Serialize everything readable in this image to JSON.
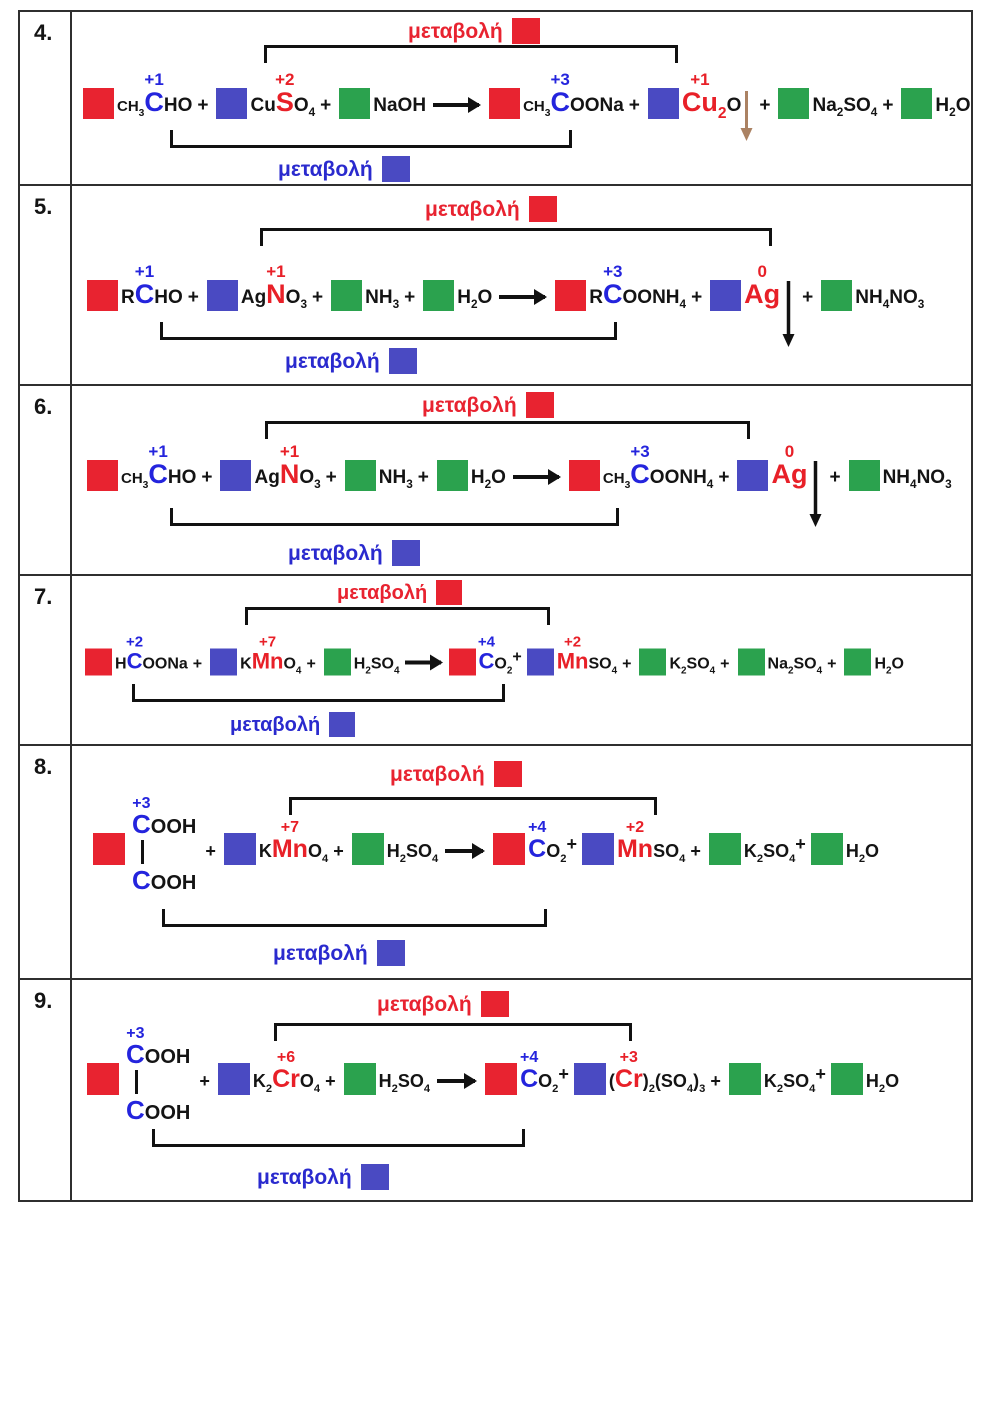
{
  "colors": {
    "red_square": "#e82330",
    "blue_square": "#4a4ac2",
    "green_square": "#2ba24e",
    "blue_text": "#2424dd",
    "red_text": "#e82028",
    "tan_arrow": "#ab8263"
  },
  "rows": [
    {
      "num": "4.",
      "top_label": "μεταβολή",
      "bottom_label": "μεταβολή",
      "tokens": [
        {
          "k": "sq",
          "c": "red"
        },
        {
          "k": "tx",
          "v": "CH",
          "sz": "sm"
        },
        {
          "k": "sub",
          "v": "3",
          "sz": "sm"
        },
        {
          "k": "big",
          "v": "C",
          "c": "blue",
          "ox": "+1",
          "oxc": "blue"
        },
        {
          "k": "tx",
          "v": "HO"
        },
        {
          "k": "plus"
        },
        {
          "k": "sq",
          "c": "blue"
        },
        {
          "k": "tx",
          "v": "Cu"
        },
        {
          "k": "big",
          "v": "S",
          "c": "red",
          "ox": "+2",
          "oxc": "red"
        },
        {
          "k": "tx",
          "v": "O"
        },
        {
          "k": "sub",
          "v": "4"
        },
        {
          "k": "plus"
        },
        {
          "k": "sq",
          "c": "green"
        },
        {
          "k": "tx",
          "v": "NaOH"
        },
        {
          "k": "arr"
        },
        {
          "k": "sq",
          "c": "red"
        },
        {
          "k": "tx",
          "v": "CH",
          "sz": "sm"
        },
        {
          "k": "sub",
          "v": "3",
          "sz": "sm"
        },
        {
          "k": "big",
          "v": "C",
          "c": "blue",
          "ox": "+3",
          "oxc": "blue"
        },
        {
          "k": "tx",
          "v": "OONa"
        },
        {
          "k": "plus"
        },
        {
          "k": "sq",
          "c": "blue"
        },
        {
          "k": "big",
          "v": "Cu",
          "c": "red",
          "ox": "+1",
          "oxc": "red"
        },
        {
          "k": "sub",
          "v": "2",
          "c": "red",
          "sz": "bg"
        },
        {
          "k": "tx",
          "v": "O"
        },
        {
          "k": "down",
          "c": "tan"
        },
        {
          "k": "plus"
        },
        {
          "k": "sq",
          "c": "green"
        },
        {
          "k": "tx",
          "v": "Na"
        },
        {
          "k": "sub",
          "v": "2"
        },
        {
          "k": "tx",
          "v": "SO"
        },
        {
          "k": "sub",
          "v": "4"
        },
        {
          "k": "plus"
        },
        {
          "k": "sq",
          "c": "green"
        },
        {
          "k": "tx",
          "v": "H"
        },
        {
          "k": "sub",
          "v": "2"
        },
        {
          "k": "tx",
          "v": "O"
        }
      ]
    },
    {
      "num": "5.",
      "top_label": "μεταβολή",
      "bottom_label": "μεταβολή",
      "tokens": [
        {
          "k": "sq",
          "c": "red"
        },
        {
          "k": "tx",
          "v": "R"
        },
        {
          "k": "big",
          "v": "C",
          "c": "blue",
          "ox": "+1",
          "oxc": "blue"
        },
        {
          "k": "tx",
          "v": "HO"
        },
        {
          "k": "plus"
        },
        {
          "k": "sq",
          "c": "blue"
        },
        {
          "k": "tx",
          "v": "Ag"
        },
        {
          "k": "big",
          "v": "N",
          "c": "red",
          "ox": "+1",
          "oxc": "red"
        },
        {
          "k": "tx",
          "v": "O"
        },
        {
          "k": "sub",
          "v": "3"
        },
        {
          "k": "plus"
        },
        {
          "k": "sq",
          "c": "green"
        },
        {
          "k": "tx",
          "v": "NH"
        },
        {
          "k": "sub",
          "v": "3"
        },
        {
          "k": "plus"
        },
        {
          "k": "sq",
          "c": "green"
        },
        {
          "k": "tx",
          "v": "H"
        },
        {
          "k": "sub",
          "v": "2"
        },
        {
          "k": "tx",
          "v": "O"
        },
        {
          "k": "arr"
        },
        {
          "k": "sq",
          "c": "red"
        },
        {
          "k": "tx",
          "v": "R"
        },
        {
          "k": "big",
          "v": "C",
          "c": "blue",
          "ox": "+3",
          "oxc": "blue"
        },
        {
          "k": "tx",
          "v": "OONH"
        },
        {
          "k": "sub",
          "v": "4"
        },
        {
          "k": "plus"
        },
        {
          "k": "sq",
          "c": "blue"
        },
        {
          "k": "big",
          "v": "Ag",
          "c": "red",
          "ox": "0",
          "oxc": "red"
        },
        {
          "k": "down",
          "c": "black"
        },
        {
          "k": "plus"
        },
        {
          "k": "sq",
          "c": "green"
        },
        {
          "k": "tx",
          "v": "NH"
        },
        {
          "k": "sub",
          "v": "4"
        },
        {
          "k": "tx",
          "v": "NO"
        },
        {
          "k": "sub",
          "v": "3"
        }
      ]
    },
    {
      "num": "6.",
      "top_label": "μεταβολή",
      "bottom_label": "μεταβολή",
      "tokens": [
        {
          "k": "sq",
          "c": "red"
        },
        {
          "k": "tx",
          "v": "CH",
          "sz": "sm"
        },
        {
          "k": "sub",
          "v": "3",
          "sz": "sm"
        },
        {
          "k": "big",
          "v": "C",
          "c": "blue",
          "ox": "+1",
          "oxc": "blue"
        },
        {
          "k": "tx",
          "v": "HO"
        },
        {
          "k": "plus"
        },
        {
          "k": "sq",
          "c": "blue"
        },
        {
          "k": "tx",
          "v": "Ag"
        },
        {
          "k": "big",
          "v": "N",
          "c": "red",
          "ox": "+1",
          "oxc": "red"
        },
        {
          "k": "tx",
          "v": "O"
        },
        {
          "k": "sub",
          "v": "3"
        },
        {
          "k": "plus"
        },
        {
          "k": "sq",
          "c": "green"
        },
        {
          "k": "tx",
          "v": "NH"
        },
        {
          "k": "sub",
          "v": "3"
        },
        {
          "k": "plus"
        },
        {
          "k": "sq",
          "c": "green"
        },
        {
          "k": "tx",
          "v": "H"
        },
        {
          "k": "sub",
          "v": "2"
        },
        {
          "k": "tx",
          "v": "O"
        },
        {
          "k": "arr"
        },
        {
          "k": "sq",
          "c": "red"
        },
        {
          "k": "tx",
          "v": "CH",
          "sz": "sm"
        },
        {
          "k": "sub",
          "v": "3",
          "sz": "sm"
        },
        {
          "k": "big",
          "v": "C",
          "c": "blue",
          "ox": "+3",
          "oxc": "blue"
        },
        {
          "k": "tx",
          "v": "OONH"
        },
        {
          "k": "sub",
          "v": "4"
        },
        {
          "k": "plus"
        },
        {
          "k": "sq",
          "c": "blue"
        },
        {
          "k": "big",
          "v": "Ag",
          "c": "red",
          "ox": "0",
          "oxc": "red"
        },
        {
          "k": "down",
          "c": "black"
        },
        {
          "k": "plus"
        },
        {
          "k": "sq",
          "c": "green"
        },
        {
          "k": "tx",
          "v": "NH"
        },
        {
          "k": "sub",
          "v": "4"
        },
        {
          "k": "tx",
          "v": "NO"
        },
        {
          "k": "sub",
          "v": "3"
        }
      ]
    },
    {
      "num": "7.",
      "top_label": "μεταβολή",
      "bottom_label": "μεταβολή",
      "tokens": [
        {
          "k": "sq",
          "c": "red"
        },
        {
          "k": "tx",
          "v": "H"
        },
        {
          "k": "big",
          "v": "C",
          "c": "blue",
          "ox": "+2",
          "oxc": "blue"
        },
        {
          "k": "tx",
          "v": "OONa"
        },
        {
          "k": "plus"
        },
        {
          "k": "sq",
          "c": "blue"
        },
        {
          "k": "tx",
          "v": "K"
        },
        {
          "k": "big",
          "v": "Mn",
          "c": "red",
          "ox": "+7",
          "oxc": "red"
        },
        {
          "k": "tx",
          "v": "O"
        },
        {
          "k": "sub",
          "v": "4"
        },
        {
          "k": "plus"
        },
        {
          "k": "sq",
          "c": "green"
        },
        {
          "k": "tx",
          "v": "H"
        },
        {
          "k": "sub",
          "v": "2"
        },
        {
          "k": "tx",
          "v": "SO"
        },
        {
          "k": "sub",
          "v": "4"
        },
        {
          "k": "arr"
        },
        {
          "k": "sq",
          "c": "red"
        },
        {
          "k": "big",
          "v": "C",
          "c": "blue",
          "ox": "+4",
          "oxc": "blue"
        },
        {
          "k": "tx",
          "v": "O"
        },
        {
          "k": "sub",
          "v": "2"
        },
        {
          "k": "plus",
          "up": true
        },
        {
          "k": "sq",
          "c": "blue"
        },
        {
          "k": "big",
          "v": "Mn",
          "c": "red",
          "ox": "+2",
          "oxc": "red"
        },
        {
          "k": "tx",
          "v": "SO"
        },
        {
          "k": "sub",
          "v": "4"
        },
        {
          "k": "plus"
        },
        {
          "k": "sq",
          "c": "green"
        },
        {
          "k": "tx",
          "v": "K"
        },
        {
          "k": "sub",
          "v": "2"
        },
        {
          "k": "tx",
          "v": "SO"
        },
        {
          "k": "sub",
          "v": "4"
        },
        {
          "k": "plus"
        },
        {
          "k": "sq",
          "c": "green"
        },
        {
          "k": "tx",
          "v": "Na"
        },
        {
          "k": "sub",
          "v": "2"
        },
        {
          "k": "tx",
          "v": "SO"
        },
        {
          "k": "sub",
          "v": "4"
        },
        {
          "k": "plus"
        },
        {
          "k": "sq",
          "c": "green"
        },
        {
          "k": "tx",
          "v": "H"
        },
        {
          "k": "sub",
          "v": "2"
        },
        {
          "k": "tx",
          "v": "O"
        }
      ]
    },
    {
      "num": "8.",
      "top_label": "μεταβολή",
      "bottom_label": "μεταβολή",
      "tokens": [
        {
          "k": "sq",
          "c": "red"
        },
        {
          "k": "stack",
          "top": [
            {
              "k": "big",
              "v": "C",
              "c": "blue",
              "ox": "+3",
              "oxc": "blue"
            },
            {
              "k": "tx",
              "v": "OOH"
            }
          ],
          "bot": [
            {
              "k": "big",
              "v": "C",
              "c": "blue"
            },
            {
              "k": "tx",
              "v": "OOH"
            }
          ]
        },
        {
          "k": "plus"
        },
        {
          "k": "sq",
          "c": "blue"
        },
        {
          "k": "tx",
          "v": "K"
        },
        {
          "k": "big",
          "v": "Mn",
          "c": "red",
          "ox": "+7",
          "oxc": "red"
        },
        {
          "k": "tx",
          "v": "O"
        },
        {
          "k": "sub",
          "v": "4"
        },
        {
          "k": "plus"
        },
        {
          "k": "sq",
          "c": "green"
        },
        {
          "k": "tx",
          "v": "H"
        },
        {
          "k": "sub",
          "v": "2"
        },
        {
          "k": "tx",
          "v": "SO"
        },
        {
          "k": "sub",
          "v": "4"
        },
        {
          "k": "arr"
        },
        {
          "k": "sq",
          "c": "red"
        },
        {
          "k": "big",
          "v": "C",
          "c": "blue",
          "ox": "+4",
          "oxc": "blue"
        },
        {
          "k": "tx",
          "v": "O"
        },
        {
          "k": "sub",
          "v": "2"
        },
        {
          "k": "plus",
          "up": true
        },
        {
          "k": "sq",
          "c": "blue"
        },
        {
          "k": "big",
          "v": "Mn",
          "c": "red",
          "ox": "+2",
          "oxc": "red"
        },
        {
          "k": "tx",
          "v": "SO"
        },
        {
          "k": "sub",
          "v": "4"
        },
        {
          "k": "plus"
        },
        {
          "k": "sq",
          "c": "green"
        },
        {
          "k": "tx",
          "v": "K"
        },
        {
          "k": "sub",
          "v": "2"
        },
        {
          "k": "tx",
          "v": "SO"
        },
        {
          "k": "sub",
          "v": "4"
        },
        {
          "k": "plus",
          "up": true
        },
        {
          "k": "sq",
          "c": "green"
        },
        {
          "k": "tx",
          "v": "H"
        },
        {
          "k": "sub",
          "v": "2"
        },
        {
          "k": "tx",
          "v": "O"
        }
      ]
    },
    {
      "num": "9.",
      "top_label": "μεταβολή",
      "bottom_label": "μεταβολή",
      "tokens": [
        {
          "k": "sq",
          "c": "red"
        },
        {
          "k": "stack",
          "top": [
            {
              "k": "big",
              "v": "C",
              "c": "blue",
              "ox": "+3",
              "oxc": "blue"
            },
            {
              "k": "tx",
              "v": "OOH"
            }
          ],
          "bot": [
            {
              "k": "big",
              "v": "C",
              "c": "blue"
            },
            {
              "k": "tx",
              "v": "OOH"
            }
          ]
        },
        {
          "k": "plus"
        },
        {
          "k": "sq",
          "c": "blue"
        },
        {
          "k": "tx",
          "v": "K"
        },
        {
          "k": "sub",
          "v": "2"
        },
        {
          "k": "big",
          "v": "Cr",
          "c": "red",
          "ox": "+6",
          "oxc": "red"
        },
        {
          "k": "tx",
          "v": "O"
        },
        {
          "k": "sub",
          "v": "4"
        },
        {
          "k": "plus"
        },
        {
          "k": "sq",
          "c": "green"
        },
        {
          "k": "tx",
          "v": "H"
        },
        {
          "k": "sub",
          "v": "2"
        },
        {
          "k": "tx",
          "v": "SO"
        },
        {
          "k": "sub",
          "v": "4"
        },
        {
          "k": "arr"
        },
        {
          "k": "sq",
          "c": "red"
        },
        {
          "k": "big",
          "v": "C",
          "c": "blue",
          "ox": "+4",
          "oxc": "blue"
        },
        {
          "k": "tx",
          "v": "O"
        },
        {
          "k": "sub",
          "v": "2"
        },
        {
          "k": "plus",
          "up": true
        },
        {
          "k": "sq",
          "c": "blue"
        },
        {
          "k": "tx",
          "v": "("
        },
        {
          "k": "big",
          "v": "Cr",
          "c": "red",
          "ox": "+3",
          "oxc": "red"
        },
        {
          "k": "tx",
          "v": ")"
        },
        {
          "k": "sub",
          "v": "2"
        },
        {
          "k": "tx",
          "v": "(SO"
        },
        {
          "k": "sub",
          "v": "4"
        },
        {
          "k": "tx",
          "v": ")"
        },
        {
          "k": "sub",
          "v": "3"
        },
        {
          "k": "plus"
        },
        {
          "k": "sq",
          "c": "green"
        },
        {
          "k": "tx",
          "v": "K"
        },
        {
          "k": "sub",
          "v": "2"
        },
        {
          "k": "tx",
          "v": "SO"
        },
        {
          "k": "sub",
          "v": "4"
        },
        {
          "k": "plus",
          "up": true
        },
        {
          "k": "sq",
          "c": "green"
        },
        {
          "k": "tx",
          "v": "H"
        },
        {
          "k": "sub",
          "v": "2"
        },
        {
          "k": "tx",
          "v": "O"
        }
      ]
    }
  ]
}
